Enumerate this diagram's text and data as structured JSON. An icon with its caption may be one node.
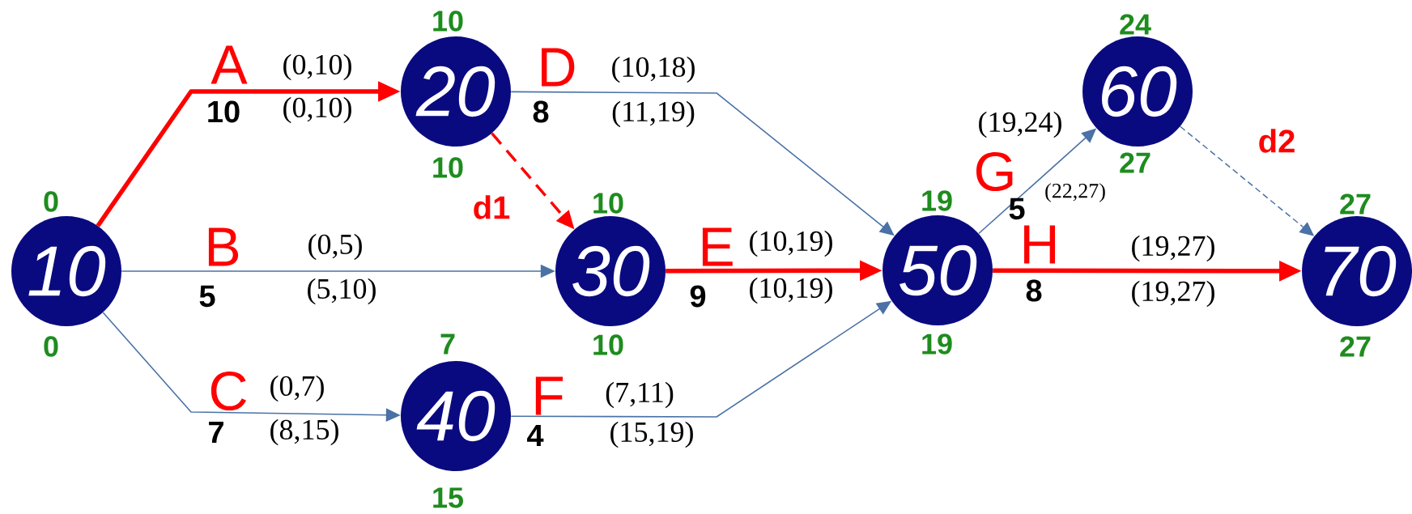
{
  "diagram": {
    "nodes": [
      {
        "text": [
          "10"
        ],
        "beside": [
          "0",
          "0"
        ]
      },
      {
        "text": [
          "20"
        ],
        "beside": [
          "10",
          "10"
        ]
      },
      {
        "text": [
          "30"
        ],
        "beside": [
          "10",
          "10"
        ]
      },
      {
        "text": [
          "40"
        ],
        "beside": [
          "7",
          "15"
        ]
      },
      {
        "text": [
          "50"
        ],
        "beside": [
          "19",
          "19"
        ]
      },
      {
        "text": [
          "60"
        ],
        "beside": [
          "24",
          "27"
        ]
      },
      {
        "text": [
          "70"
        ],
        "beside": [
          "27",
          "27"
        ]
      }
    ],
    "edges": [
      {
        "from": 0,
        "to": 1,
        "arrow": "to",
        "label": "A",
        "style": "thick",
        "color": "#ff0000"
      },
      {
        "from": 0,
        "to": 2,
        "arrow": "to",
        "label": "B"
      },
      {
        "from": 0,
        "to": 3,
        "arrow": "to",
        "label": "C"
      },
      {
        "from": 1,
        "to": 4,
        "arrow": "to",
        "label": "D"
      },
      {
        "from": 1,
        "to": 2,
        "arrow": "to",
        "label": "d1",
        "style": "dashed",
        "color": "#ff0000"
      },
      {
        "from": 2,
        "to": 4,
        "arrow": "to",
        "label": "E",
        "style": "thick",
        "color": "#ff0000"
      },
      {
        "from": 3,
        "to": 4,
        "arrow": "to",
        "label": "F"
      },
      {
        "from": 4,
        "to": 5,
        "arrow": "to",
        "label": "G"
      },
      {
        "from": 4,
        "to": 6,
        "arrow": "to",
        "label": "H",
        "style": "thick",
        "color": "#ff0000"
      },
      {
        "from": 5,
        "to": 6,
        "arrow": "to",
        "label": "d2",
        "style": "dashed"
      }
    ],
    "labels": [
      "10",
      "(0,10)",
      "(0,10)",
      "5",
      "(0,5)",
      "(5,10)",
      "7",
      "(0,7)",
      "(8,15)",
      "8",
      "(10,18)",
      "(11,19)",
      "9",
      "(10,19)",
      "(10,19)",
      "4",
      "(7,11)",
      "(15,19)",
      "5",
      "(19,24)",
      "(22,27)",
      "8",
      "(19,27)",
      "(19,27)"
    ]
  }
}
